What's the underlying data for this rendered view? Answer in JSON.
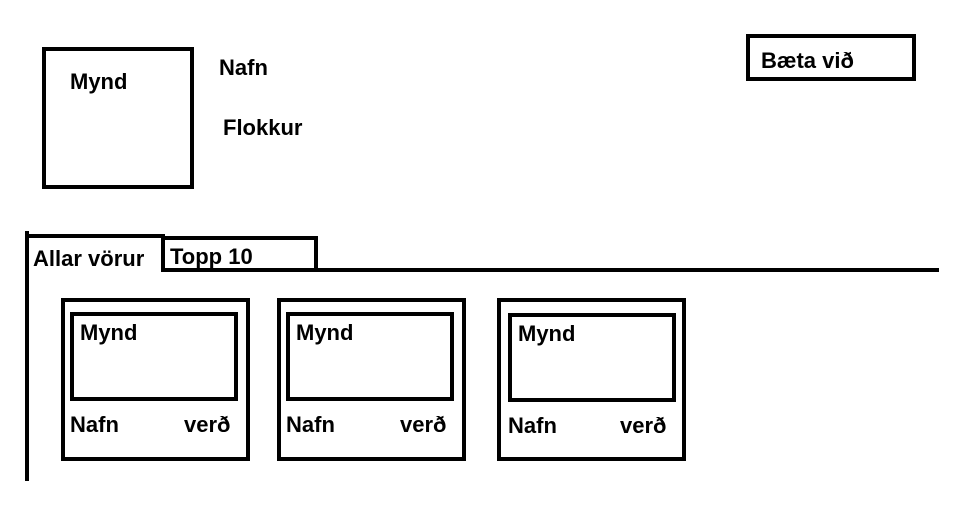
{
  "header": {
    "image_placeholder": "Mynd",
    "name_label": "Nafn",
    "category_label": "Flokkur",
    "add_button_label": "Bæta við"
  },
  "tabs": [
    {
      "label": "Allar vörur",
      "active": true
    },
    {
      "label": "Topp 10",
      "active": false
    }
  ],
  "products": [
    {
      "image_placeholder": "Mynd",
      "name": "Nafn",
      "price": "verð"
    },
    {
      "image_placeholder": "Mynd",
      "name": "Nafn",
      "price": "verð"
    },
    {
      "image_placeholder": "Mynd",
      "name": "Nafn",
      "price": "verð"
    }
  ]
}
